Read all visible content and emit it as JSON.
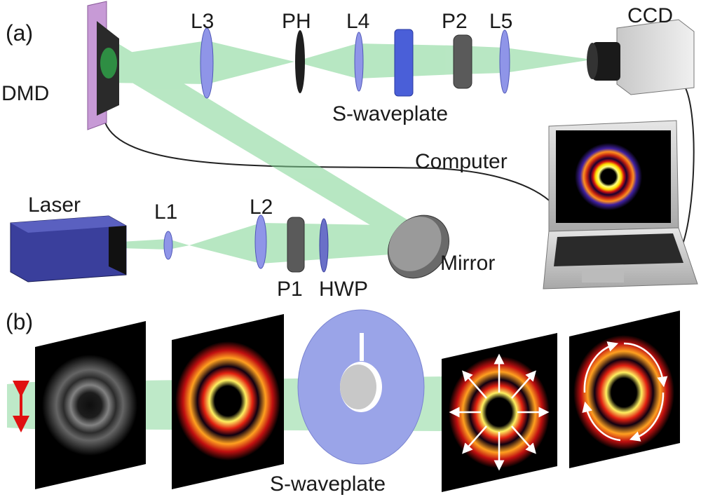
{
  "panels": {
    "a": "(a)",
    "b": "(b)"
  },
  "labels": {
    "dmd": "DMD",
    "l3": "L3",
    "ph": "PH",
    "l4": "L4",
    "p2": "P2",
    "l5": "L5",
    "ccd": "CCD",
    "s_waveplate_top": "S-waveplate",
    "computer": "Computer",
    "laser": "Laser",
    "l1": "L1",
    "l2": "L2",
    "mirror": "Mirror",
    "p1": "P1",
    "hwp": "HWP",
    "s_waveplate_bottom": "S-waveplate"
  },
  "colors": {
    "beam": "#7ed492",
    "lens": "#8f95e8",
    "laser_body": "#3a3f9c",
    "dmd_frame": "#c79ad6",
    "waveplate": "#4a5fd8"
  }
}
